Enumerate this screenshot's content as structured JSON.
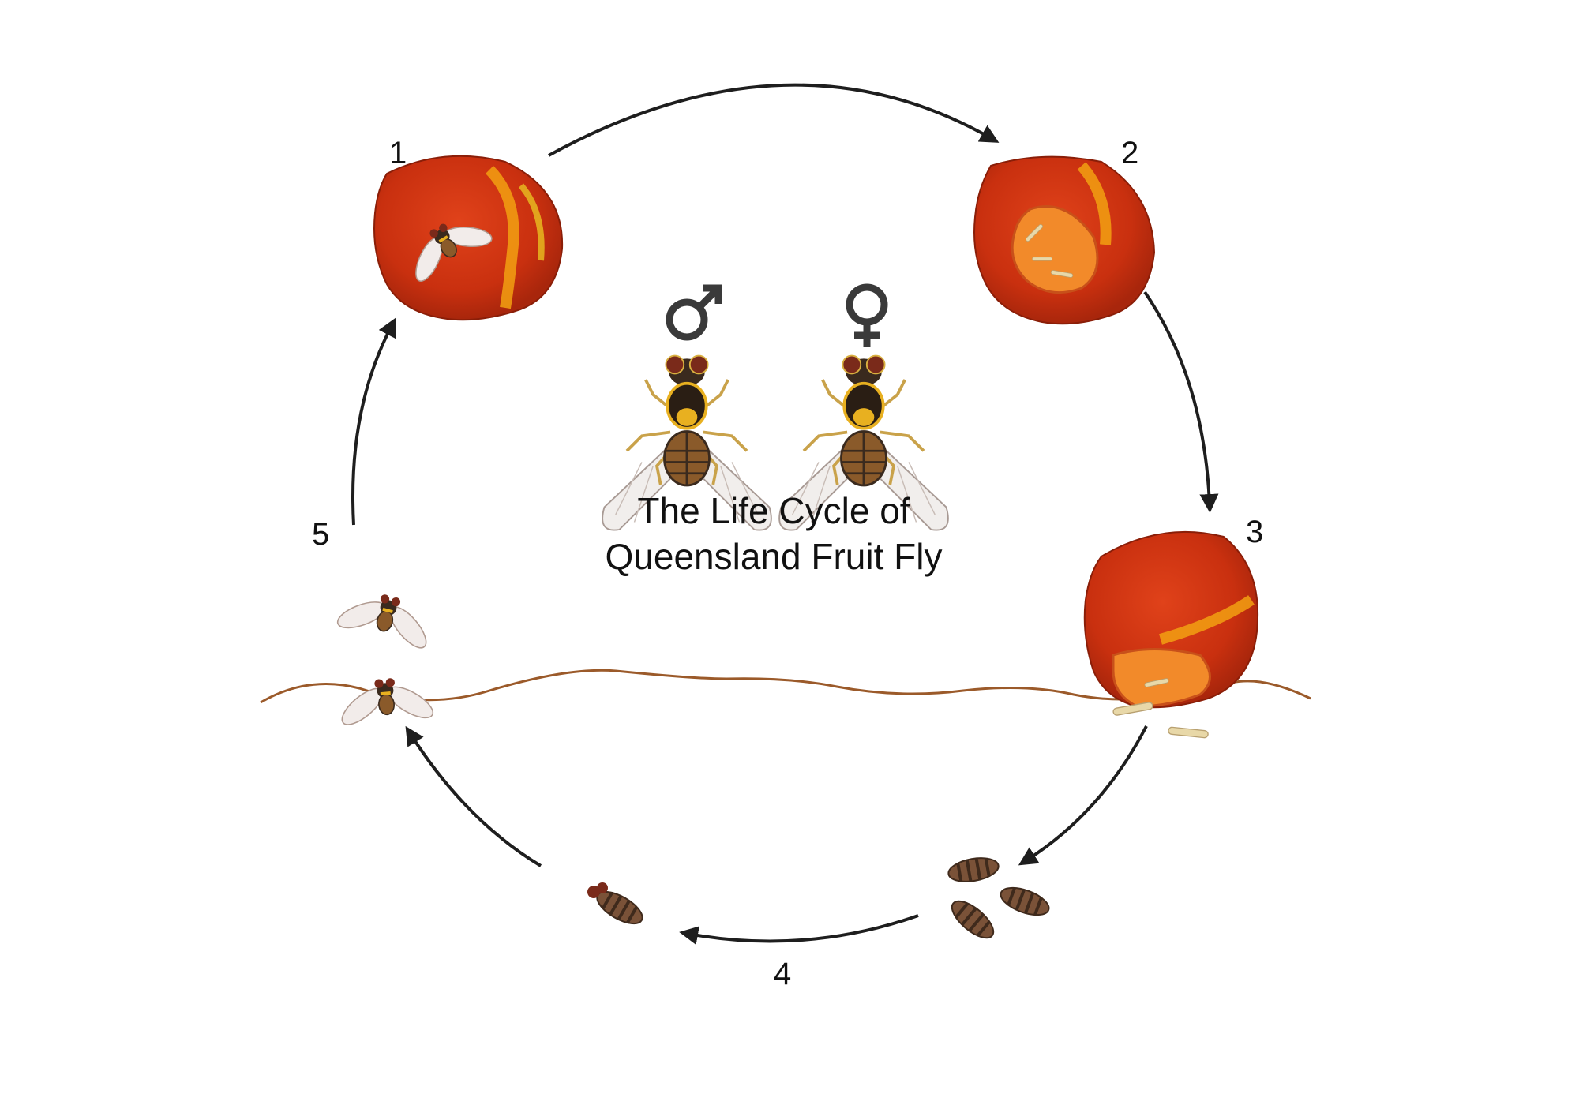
{
  "title": {
    "line1": "The Life Cycle of",
    "line2": "Queensland Fruit Fly"
  },
  "steps": [
    {
      "label": "1"
    },
    {
      "label": "2"
    },
    {
      "label": "3"
    },
    {
      "label": "4"
    },
    {
      "label": "5"
    }
  ],
  "sex_symbols": {
    "male": "♂",
    "female": "♀"
  },
  "colors": {
    "fruit_red": "#c9300f",
    "fruit_dark": "#a8260c",
    "fruit_stripe": "#f2a012",
    "fruit_flesh": "#f28a2a",
    "soil_line": "#9b5a2a",
    "arrow": "#1e1e1e",
    "pupa": "#7a5238"
  }
}
